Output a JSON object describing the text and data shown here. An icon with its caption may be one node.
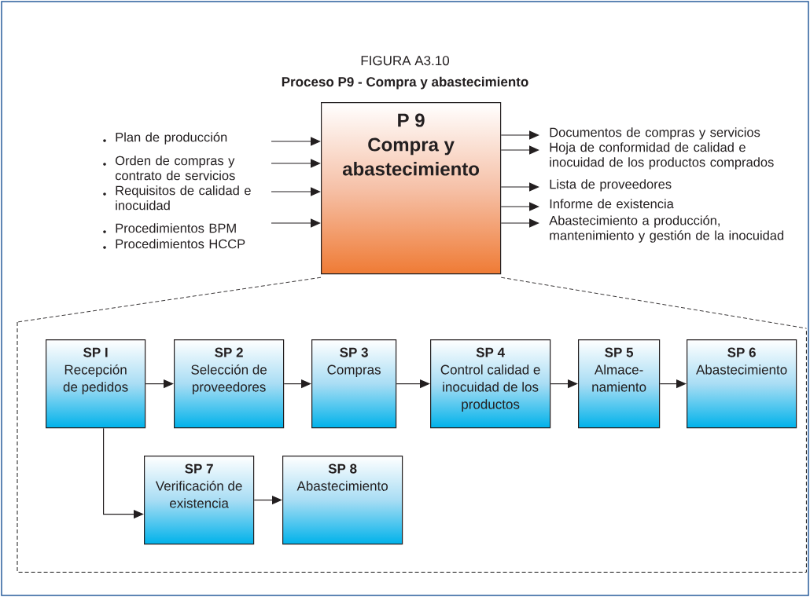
{
  "diagram": {
    "title": "Proceso P9 - Compra y abastecimiento",
    "nodes": [
      {
        "text": [
          "P 9",
          "Compra y abastecimiento"
        ]
      },
      {
        "text": [
          "Documentos de compras y servicios"
        ]
      },
      {
        "text": [
          "Hoja de conformidad de calidad e inocuidad de los productos comprados"
        ]
      },
      {
        "text": [
          "Lista de proveedores"
        ]
      },
      {
        "text": [
          "Informe de existencia"
        ]
      },
      {
        "text": [
          "Abastecimiento a producción, mantenimiento y gestión de la inocuidad"
        ]
      },
      {
        "text": [],
        "shape": "box"
      },
      {
        "text": [
          "SP I",
          "Recepción de pedidos"
        ],
        "in": 6
      },
      {
        "text": [
          "SP 2",
          "Selección de proveedores"
        ],
        "in": 6
      },
      {
        "text": [
          "SP 3",
          "Compras"
        ],
        "in": 6
      },
      {
        "text": [
          "SP 4",
          "Control calidad e inocuidad de los productos"
        ],
        "in": 6
      },
      {
        "text": [
          "SP 5",
          "Almace- namiento"
        ],
        "in": 6
      },
      {
        "text": [
          "SP 6",
          "Abastecimiento"
        ],
        "in": 6
      },
      {
        "text": [
          "SP 7",
          "Verificación de existencia"
        ],
        "in": 6
      },
      {
        "text": [
          "SP 8",
          "Abastecimiento"
        ],
        "in": 6
      }
    ],
    "edges": [
      {
        "from": null,
        "to": 0,
        "arrow": "to"
      },
      {
        "from": null,
        "to": 0,
        "arrow": "to"
      },
      {
        "from": null,
        "to": 0,
        "arrow": "to"
      },
      {
        "from": null,
        "to": 0,
        "arrow": "to"
      },
      {
        "from": 0,
        "to": 1,
        "arrow": "to"
      },
      {
        "from": 0,
        "to": 2,
        "arrow": "to"
      },
      {
        "from": 0,
        "to": 3,
        "arrow": "to"
      },
      {
        "from": 0,
        "to": 4,
        "arrow": "to"
      },
      {
        "from": 0,
        "to": 5,
        "arrow": "to"
      },
      {
        "from": 0,
        "to": 6,
        "arrow": "none",
        "style": "dashed"
      },
      {
        "from": 0,
        "to": 6,
        "arrow": "none",
        "style": "dashed"
      },
      {
        "from": 7,
        "to": 8,
        "arrow": "to"
      },
      {
        "from": 8,
        "to": 9,
        "arrow": "to"
      },
      {
        "from": 9,
        "to": 10,
        "arrow": "to"
      },
      {
        "from": 10,
        "to": 11,
        "arrow": "to"
      },
      {
        "from": 11,
        "to": 12,
        "arrow": "to"
      },
      {
        "from": 7,
        "to": 13,
        "arrow": "to"
      },
      {
        "from": 13,
        "to": 14,
        "arrow": "to"
      }
    ],
    "labels": [
      "FIGURA A3.10",
      "Plan de producción",
      "Orden de compras y contrato de servicios",
      "Requisitos de calidad e inocuidad",
      "Procedimientos BPM",
      "Procedimientos HCCP"
    ]
  }
}
